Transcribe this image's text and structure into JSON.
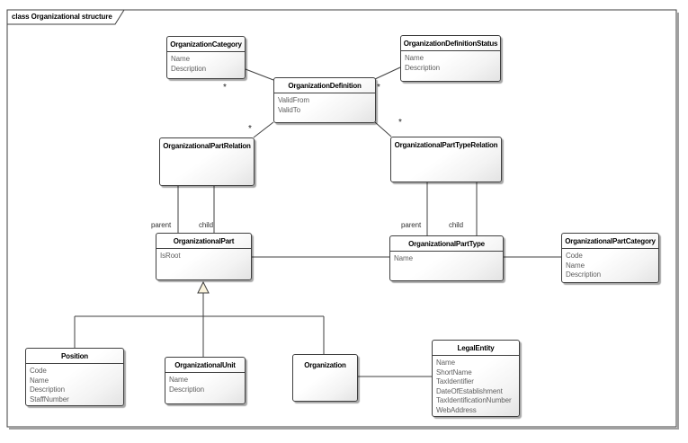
{
  "frame": {
    "title": "class Organizational structure"
  },
  "classes": {
    "organizationCategory": {
      "name": "OrganizationCategory",
      "attributes": [
        "Name",
        "Description"
      ]
    },
    "organizationDefinitionStatus": {
      "name": "OrganizationDefinitionStatus",
      "attributes": [
        "Name",
        "Description"
      ]
    },
    "organizationDefinition": {
      "name": "OrganizationDefinition",
      "attributes": [
        "ValidFrom",
        "ValidTo"
      ]
    },
    "organizationalPartRelation": {
      "name": "OrganizationalPartRelation",
      "attributes": []
    },
    "organizationalPartTypeRelation": {
      "name": "OrganizationalPartTypeRelation",
      "attributes": []
    },
    "organizationalPart": {
      "name": "OrganizationalPart",
      "attributes": [
        "IsRoot"
      ]
    },
    "organizationalPartType": {
      "name": "OrganizationalPartType",
      "attributes": [
        "Name"
      ]
    },
    "organizationalPartCategory": {
      "name": "OrganizationalPartCategory",
      "attributes": [
        "Code",
        "Name",
        "Description"
      ]
    },
    "position": {
      "name": "Position",
      "attributes": [
        "Code",
        "Name",
        "Description",
        "StaffNumber"
      ]
    },
    "organizationalUnit": {
      "name": "OrganizationalUnit",
      "attributes": [
        "Name",
        "Description"
      ]
    },
    "organization": {
      "name": "Organization",
      "attributes": []
    },
    "legalEntity": {
      "name": "LegalEntity",
      "attributes": [
        "Name",
        "ShortName",
        "TaxIdentifier",
        "DateOfEstablishment",
        "TaxIdentificationNumber",
        "WebAddress"
      ]
    }
  },
  "edge_labels": {
    "parentLeft": "parent",
    "childLeft": "child",
    "parentRight": "parent",
    "childRight": "child"
  },
  "multiplicities": {
    "definitionCategoryEnd": "*",
    "definitionStatusEnd": "*",
    "partRelationEnd": "*",
    "partTypeRelationEnd": "*"
  },
  "colors": {
    "line": "#3f3f3f",
    "box_border": "#3f3f3f",
    "attribute_text": "#5f5f5f",
    "generalization_fill": "#faf3dc",
    "frame_shadow": "#a0a0a0"
  }
}
